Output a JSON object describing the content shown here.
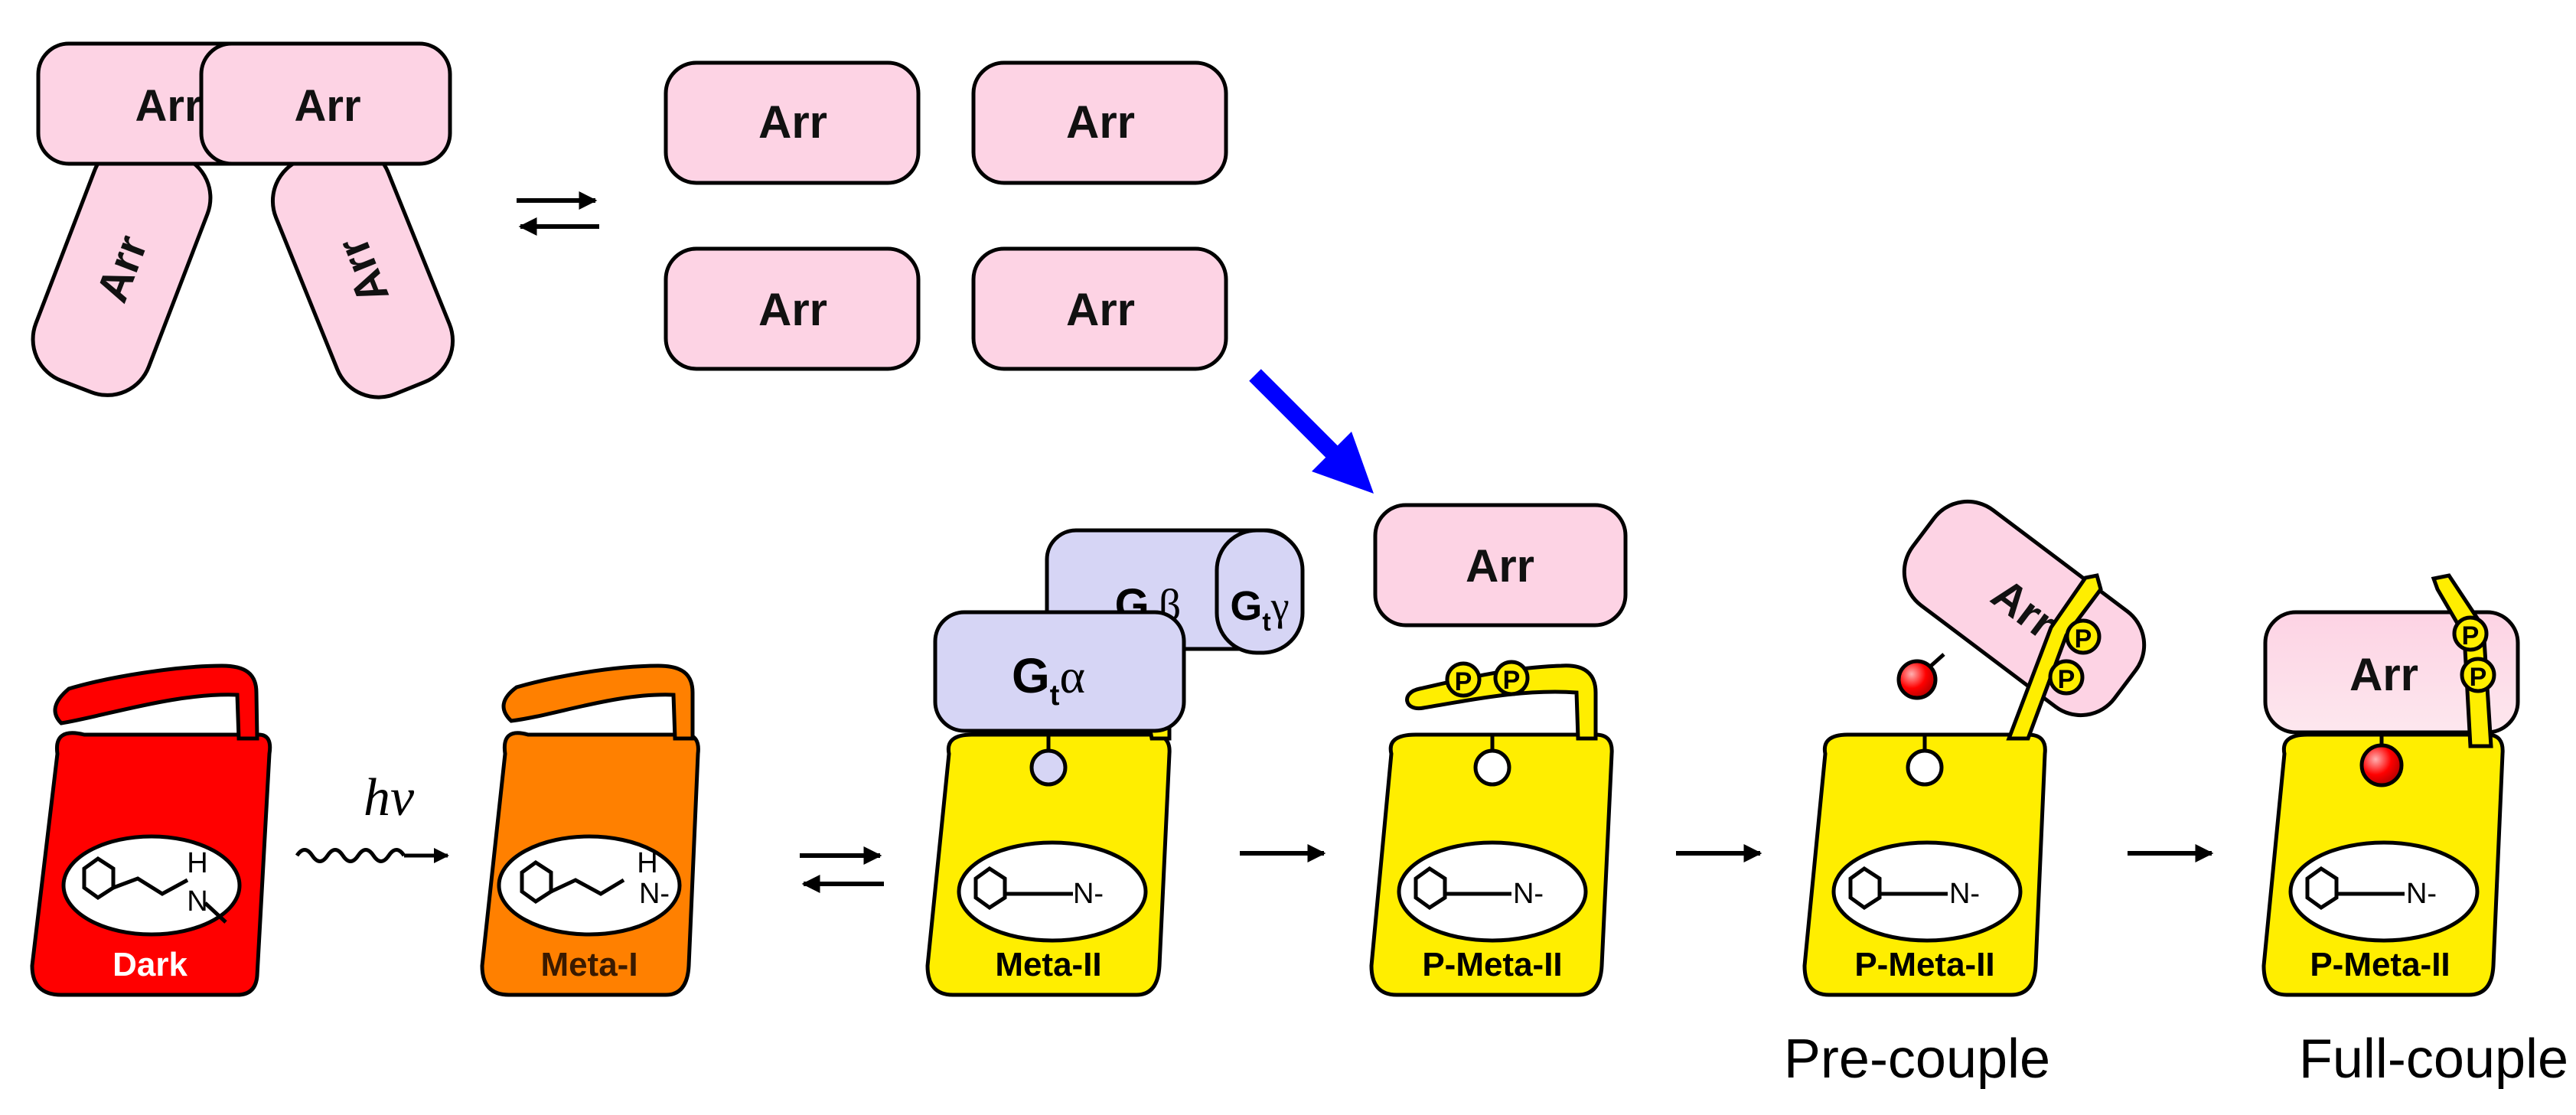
{
  "arrestin": {
    "label": "Arr",
    "fill": "#fdd3e4",
    "stroke": "#000000"
  },
  "transducin": {
    "alpha": {
      "main": "G",
      "sub": "t",
      "greek": "α"
    },
    "beta": {
      "main": "G",
      "sub": "t",
      "greek": "β"
    },
    "gamma": {
      "main": "G",
      "sub": "t",
      "greek": "γ"
    },
    "fill": "#d6d5f5"
  },
  "light": {
    "symbol": "hν"
  },
  "retinal": {
    "h": "H",
    "n": "N-",
    "n_plain": "N"
  },
  "phosphate": {
    "label": "P"
  },
  "states": {
    "dark": {
      "label": "Dark",
      "color": "#ff0000"
    },
    "meta1": {
      "label": "Meta-I",
      "color": "#ff8000"
    },
    "meta2": {
      "label": "Meta-II",
      "color": "#ffee00"
    },
    "pmeta2": {
      "label": "P-Meta-II",
      "color": "#ffee00"
    }
  },
  "captions": {
    "pre": "Pre-couple",
    "full": "Full-couple"
  },
  "colors": {
    "blue_arrow": "#0000ff",
    "bead": "#ff0000"
  }
}
